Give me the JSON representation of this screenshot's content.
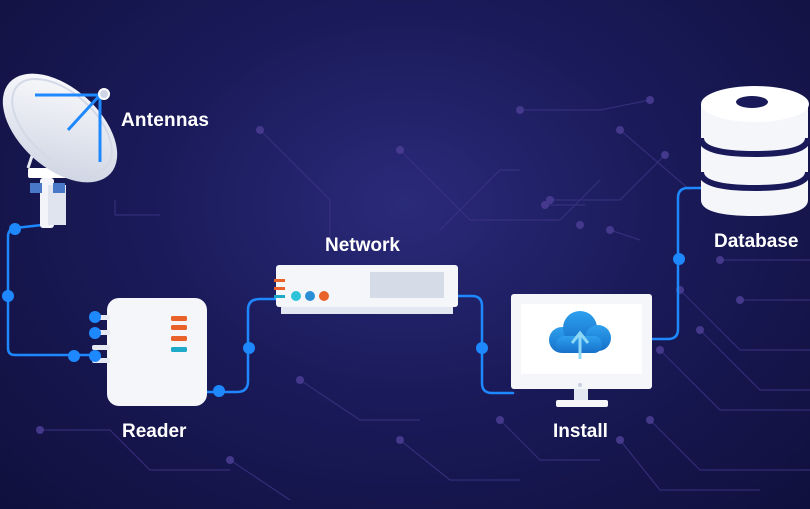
{
  "nodes": {
    "antennas": {
      "label": "Antennas"
    },
    "reader": {
      "label": "Reader"
    },
    "network": {
      "label": "Network"
    },
    "install": {
      "label": "Install"
    },
    "database": {
      "label": "Database"
    }
  },
  "colors": {
    "background_center": "#2a2a7a",
    "background_edge": "#10103d",
    "connector": "#1e88ff",
    "circuit_trace": "#4a3a8a",
    "reader_bar_orange": "#e8622a",
    "reader_bar_teal": "#1fa9c9",
    "network_dot_teal": "#2bc4d8",
    "network_dot_blue": "#2b8fd8",
    "network_dot_orange": "#e8622a",
    "cloud_blue": "#1f8fe0"
  },
  "icons": {
    "antenna": "satellite-dish-icon",
    "reader": "rfid-reader-icon",
    "network": "network-switch-icon",
    "install": "monitor-cloud-upload-icon",
    "database": "database-cylinder-icon"
  }
}
